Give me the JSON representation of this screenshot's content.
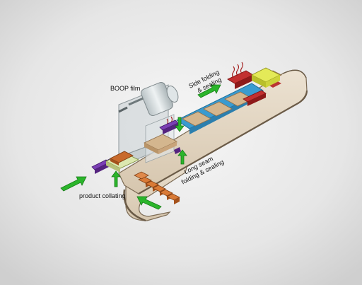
{
  "labels": {
    "boop_film": "BOOP film",
    "side_folding_line1": "Side folding",
    "side_folding_line2": "& sealing",
    "long_seam_line1": "Long seam",
    "long_seam_line2": "folding & sealing",
    "product_collating": "product collating"
  },
  "colors": {
    "background_center": "#f4f4f4",
    "background_edge": "#d2d2d2",
    "belt": "#e3d6c2",
    "belt_edge": "#7c6b55",
    "film": "#c7cfd1",
    "arrow": "#2bb52b",
    "pusher": "#6a2ea0",
    "product": "#c86a2c",
    "package": "#c9a47a",
    "blue_frame": "#3a9bd0",
    "red_sealer": "#b52222",
    "yellow_pack": "#d6dc3a"
  },
  "icons": [
    "green-arrow-icon",
    "heat-waves-icon"
  ]
}
